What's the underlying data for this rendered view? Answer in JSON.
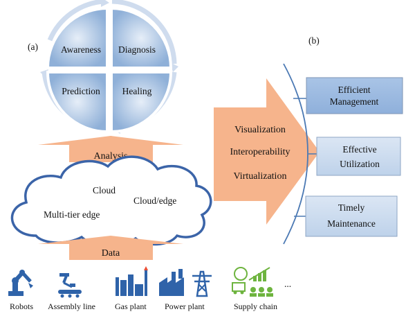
{
  "panel_labels": {
    "a": "(a)",
    "b": "(b)"
  },
  "cycle": {
    "awareness": "Awareness",
    "diagnosis": "Diagnosis",
    "prediction": "Prediction",
    "healing": "Healing"
  },
  "arrows": {
    "analysis": "Analysis",
    "data": "Data"
  },
  "cloud": {
    "cloud": "Cloud",
    "cloud_edge": "Cloud/edge",
    "multi_tier_edge": "Multi-tier edge"
  },
  "big_arrow": {
    "visualization": "Visualization",
    "interoperability": "Interoperability",
    "virtualization": "Virtualization"
  },
  "outcomes": [
    {
      "line1": "Efficient",
      "line2": "Management"
    },
    {
      "line1": "Effective",
      "line2": "Utilization"
    },
    {
      "line1": "Timely",
      "line2": "Maintenance"
    }
  ],
  "sources": {
    "robots": "Robots",
    "assembly_line": "Assembly line",
    "gas_plant": "Gas plant",
    "power_plant": "Power plant",
    "supply_chain": "Supply chain",
    "more": "..."
  },
  "colors": {
    "quadrant_fill": "#9ab6d9",
    "quadrant_light": "#cfdcee",
    "arrow_orange": "#f6b48c",
    "cloud_stroke": "#3b64a8",
    "box_fill": "#9ebbe0",
    "box_stroke": "#7f95b4",
    "icon_blue": "#2f63a9",
    "icon_green": "#6eb43f",
    "arc_stroke": "#4a78b3"
  }
}
